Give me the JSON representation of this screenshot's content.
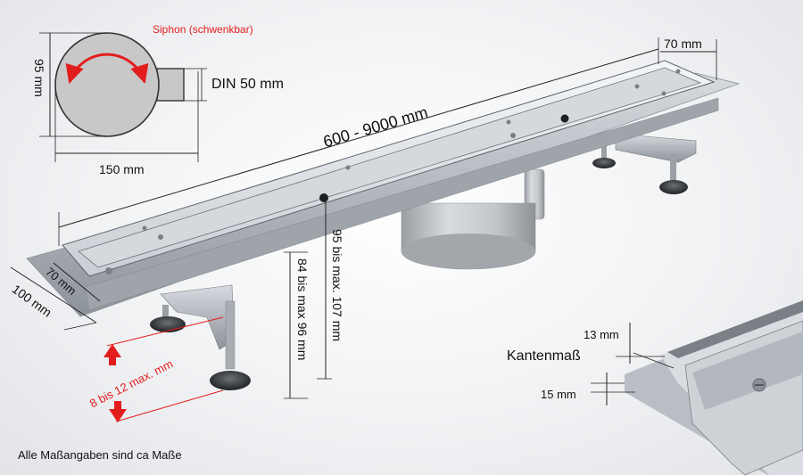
{
  "labels": {
    "siphon": "Siphon (schwenkbar)",
    "siphon_height": "95 mm",
    "siphon_outlet": "DIN 50 mm",
    "siphon_width": "150 mm",
    "length": "600 - 9000 mm",
    "top_width": "70 mm",
    "inner_width": "70 mm",
    "flange_width": "100 mm",
    "height_total": "95 bis max. 107 mm",
    "height_min": "84 bis max 96 mm",
    "leg_adjust": "8 bis 12 max. mm",
    "edge_title": "Kantenmaß",
    "edge_top": "13 mm",
    "edge_bottom": "15 mm",
    "footnote": "Alle Maßangaben sind ca Maße"
  },
  "colors": {
    "accent_red": "#e31d1d",
    "dimension_line": "#222222",
    "steel_light": "#e9ecef",
    "steel_mid": "#bfc4ca",
    "steel_dark": "#7e848b",
    "siphon_fill": "#c8c8c8"
  }
}
